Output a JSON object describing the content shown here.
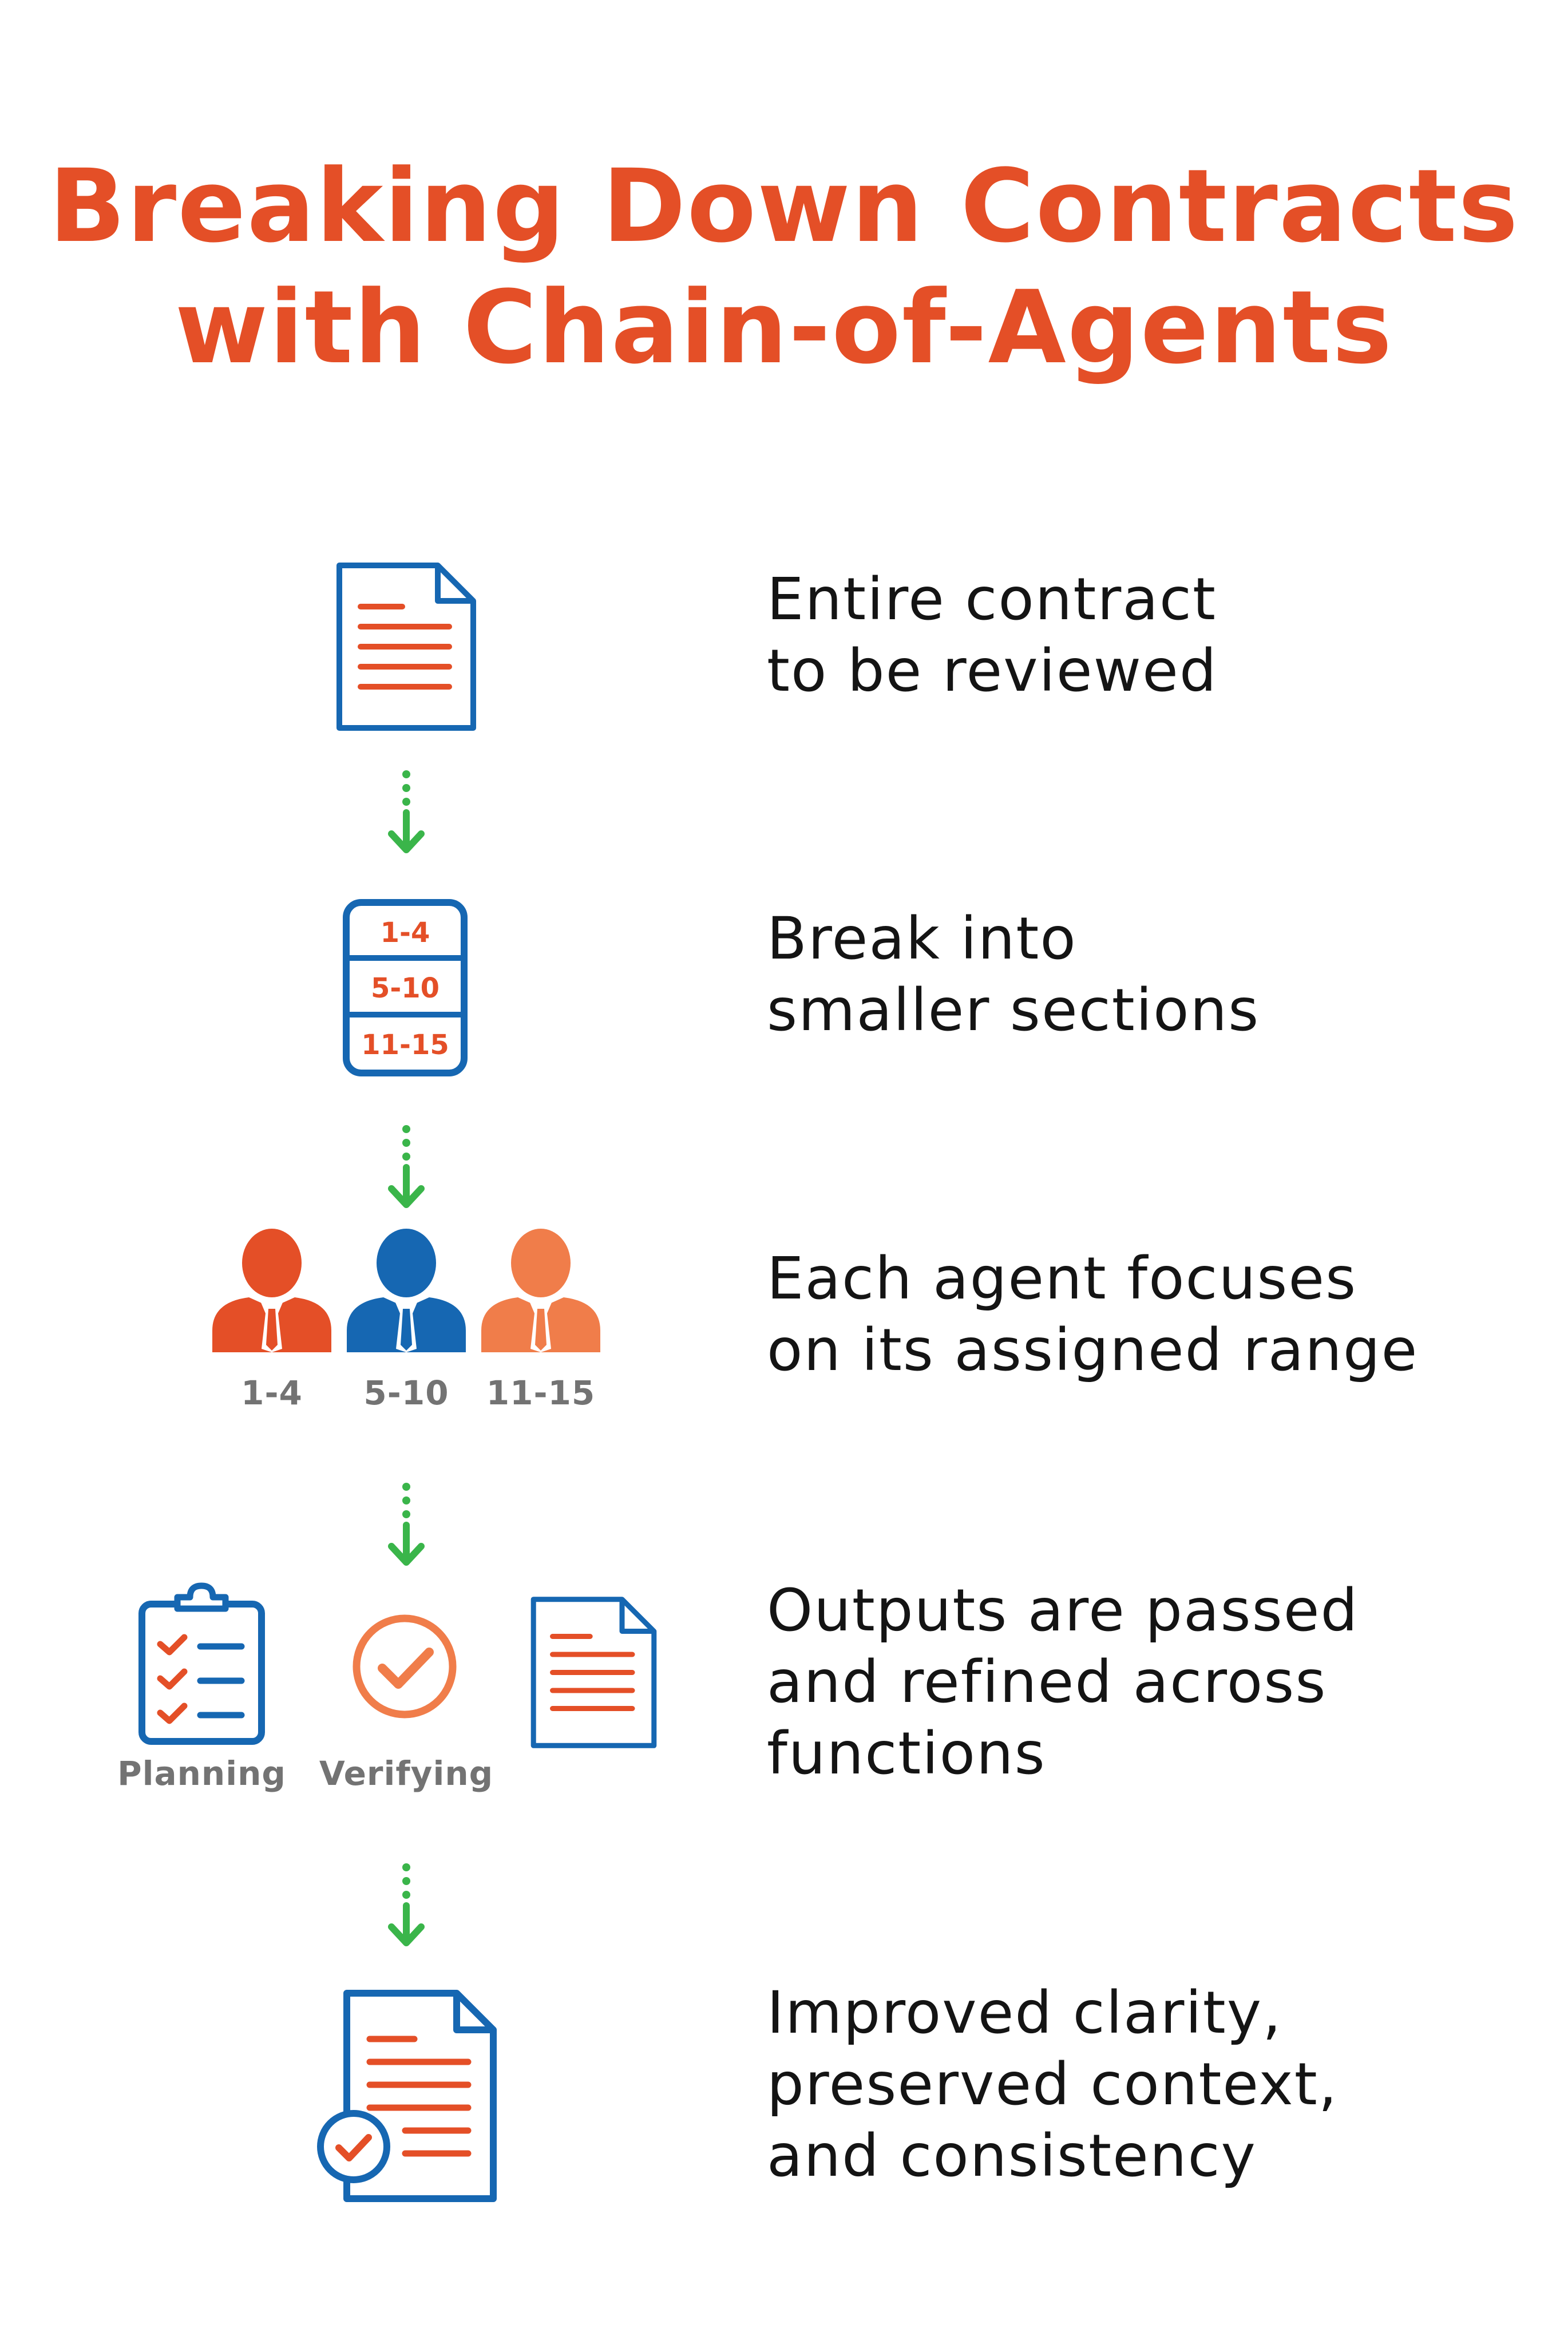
{
  "title": {
    "line1": "Breaking Down Contracts",
    "line2": "with Chain-of-Agents"
  },
  "steps": [
    {
      "line1": "Entire contract",
      "line2": "to be reviewed"
    },
    {
      "line1": "Break into",
      "line2": "smaller sections"
    },
    {
      "line1": "Each agent focuses",
      "line2": "on its assigned range"
    },
    {
      "line1": "Outputs are passed",
      "line2": "and refined across",
      "line3": "functions"
    },
    {
      "line1": "Improved clarity,",
      "line2": "preserved context,",
      "line3": "and consistency"
    }
  ],
  "sections": [
    "1-4",
    "5-10",
    "11-15"
  ],
  "agents": [
    "1-4",
    "5-10",
    "11-15"
  ],
  "functions": {
    "planning": "Planning",
    "verifying": "Verifying"
  },
  "icons": {
    "document": "document-icon",
    "sections": "sections-list-icon",
    "agent": "person-icon",
    "checklist": "clipboard-checklist-icon",
    "check": "check-circle-icon",
    "approved": "approved-document-icon",
    "arrow": "dotted-arrow-down-icon"
  },
  "colors": {
    "title": "#e44f27",
    "blue": "#1667b2",
    "orange": "#e44f27",
    "light_orange": "#f07d4a",
    "green": "#3ab54a",
    "gray": "#737373",
    "text": "#141414"
  }
}
